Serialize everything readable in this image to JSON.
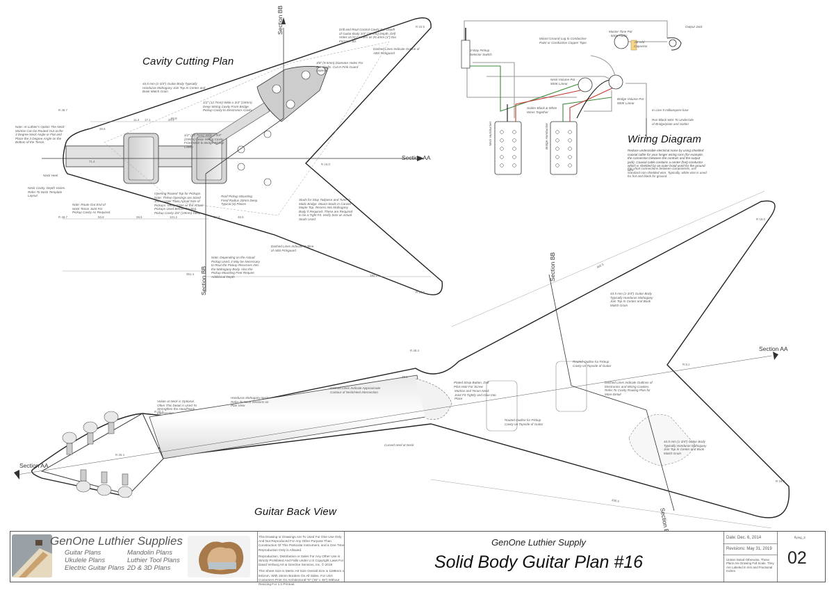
{
  "drawing": {
    "sections": {
      "cavity_plan": "Cavity Cutting Plan",
      "wiring": "Wiring Diagram",
      "back_view": "Guitar Back View"
    },
    "section_marks": [
      "Section AA",
      "Section BB"
    ],
    "notes": {
      "body_thickness_top": "44.5 mm (1-3/4\") Guitar Body Typically Honduras Mahogany Join Top In Center and Book Match Grain",
      "pickup_holes": "Drill and Rout Control Cavity Full Depth of Guitar Body 3/4\" (19 mm) Depth. Drill Holes at (4) Corners w/ 25.4mm (1\") Dia Forstner Bit.",
      "pickguard": "Dashed Lines Indicate Outline of ABS Pickguard",
      "neck_route_wide": "1/2\" (12.7mm) Wide x 3/4\" (19mm) Deep Wiring Cavity From Bridge Pickup Cavity to Electronics Cavity",
      "neck_route_narrow": "1/2\" (12.7mm) Wide x 3/4\" (19mm) Deep Wiring Cavity From Neck to Bridge Pickup Cavity",
      "pot_holes": "3/8\" (9.5mm) Diameter Holes For Pot Shafts. Cut In Pink Guard Material",
      "luthier_option": "Note: At Luthier's Option The Neck Mortise Can be Routed Out at the 3 Degree Neck Angle or Flat and Place the 3 Degree Angle on the Bottom of the Tenon.",
      "neck_heel": "Neck Heel",
      "neck_cavity": "Neck Cavity. Depth Varies. Refer To Neck Template Layout",
      "route_end": "Note: Route Out End of Neck Tenon Joint For Pickup Cavity As Required.",
      "pickup_route": "Opening Routed Top for Pickups. Note: These Openings are Sized 3mm Larger Than Actual Size of Pickups. Verify Sizes w/ the Actual Pickups Used Before Routing. Pickup Cavity 3/4\" (19mm) Deep",
      "roof_mount": "Roof Pickup Mounting Fired Radius 20mm Deep Typical (4) Places",
      "studs": "Studs for Stop Tailpiece and Tune-O-Matic Bridge. Mount Studs In Carved Maple Top. Recess Into Mahogany Body if Required. These are Required to be a Tight Fit. Verify Size w/ Actual Studs Used",
      "pickguard2": "Dashed Lines Indicate Outline of ABS Pickguard",
      "pickup_depth": "Note: Depending on the Actual Pickup Used, it May be Necessary to Rout the Pickup Recesses Into the Mahogany Body. Also the Pickup Mounting Feet Require Additional Depth",
      "wiring_note": "Reduce undesirable electrical noise by using shielded coaxial cable for your longer wiring runs (for example, the connection between the controls and the output jack). Coaxial cable contains a center (hot) conductor which is shielded by an outer braid used for the ground wire.",
      "wiring_note2": "For short connections between components, use standard non-shielded wire. Typically, white wire is used for hot and black for ground.",
      "selector": "3-Way Pickup Selector Switch",
      "ground_lug": "Mount Ground Lug to Conductive Paint or Conductive Copper Tape",
      "master_tone": "Master Tone Pot - 500K Audio",
      "cap": ".02 mfd Capacitor",
      "output_jack": "Output Jack",
      "neck_volume": "Neck Volume Pot - 500K Linear",
      "bridge_volume": "Bridge Volume Pot - 500K Linear",
      "fuse": "In-Line 5 milliampere fuse",
      "bridge_ground": "Run Black Wire To Underside of Bridge/plate and Solder",
      "solder_wires": "Solder Black & White Wires Together",
      "neck_pickup": "Neck Humbucker",
      "bridge_pickup": "Bridge Humbucker",
      "back_body": "44.5 mm (1-3/4\") Guitar Body Typically Honduras Mahogany Join Top In Center and Book Match Grain",
      "back_body2": "44.5 mm (1-3/4\") Guitar Body Typically Honduras Mahogany Join Top In Center and Book Match Grain",
      "routed_outline": "Routed Outline for Pickup Cavity on Topside of Guitar",
      "routed_outline2": "Routed Outline for Pickup Cavity on Topside of Guitar",
      "cavities_outline": "Dashed Lines Indicate Outlines of Electronics and Wiring Cavities. Refer To Cavity Routing Plan for More Detail",
      "strap_button": "Plated Strap Button, Drill Pilot Hole For Screw",
      "mortise": "Mortise and Tenon Neck Joint Fit Tightly and Glue Into Place",
      "neckbase": "Dashed Lines Indicate Approximate Contour of Neck/Heel Intersection",
      "neck_wood": "Honduras Mahogany Neck Refer To Neck Sections on Plan View",
      "volute": "Volute at Neck is Optional. Often This Detail is Used To Strengthen the Head/Neck Intersection",
      "curved_heel": "Curved Heel at Neck"
    },
    "dims": [
      "R 48.7",
      "36.5",
      "R 48.7",
      "50.8",
      "71.4",
      "11.4",
      "17.1",
      "20.3",
      "80.8",
      "38.5",
      "101.2",
      "34.6",
      "46.5",
      "351.4",
      "182.1",
      "R 22.5",
      "R 19.0",
      "R 19.0",
      "R 19.0",
      "R 8.1",
      "R 19.0",
      "R 20.3",
      "R 48.4",
      "38.1",
      "R 25.4",
      "466.5",
      "490.6"
    ]
  },
  "title_block": {
    "brand": "GenOne Luthier Supplies",
    "links_left": [
      "Guitar Plans",
      "Ukulele Plans",
      "Electric Guitar Plans"
    ],
    "links_right": [
      "Mandolin Plans",
      "Luthier Tool Plans",
      "2D & 3D Plans"
    ],
    "legal": [
      "This Drawing or Drawings Are To Used For One Use Only And Not Reproduced For Any Other Purpose Than Construction Of This Particular Instrument, and a One Time Reproduction Only is Allowed.",
      "Reproduction, Distribution or Sales For Any Other Use is Strictly Prohibited And Falls Under U.S Copyright Laws For David Verburg Art & GenOne Services, Inc. © 2019",
      "This Sheet Size is Metric A0 Size Overall Size is 1189mm x 841mm. With 15mm Borders On All Sides. For USA Customers Print On Architectural \"E\" (36\" x 48\") Without Resizing For 1:1 Printout"
    ],
    "company": "GenOne Luthier Supply",
    "plan_title": "Solid Body Guitar Plan #16",
    "date": "Date: Dec. 6, 2014",
    "revisions": "Revisions: May 31, 2019",
    "units_note": "Unless Noted Otherwise, These Plans Are Drawing Full Scale. They Are Labeled In mm and Fractional Inches",
    "sheet_tag": "flying_2",
    "sheet_number": "02"
  }
}
